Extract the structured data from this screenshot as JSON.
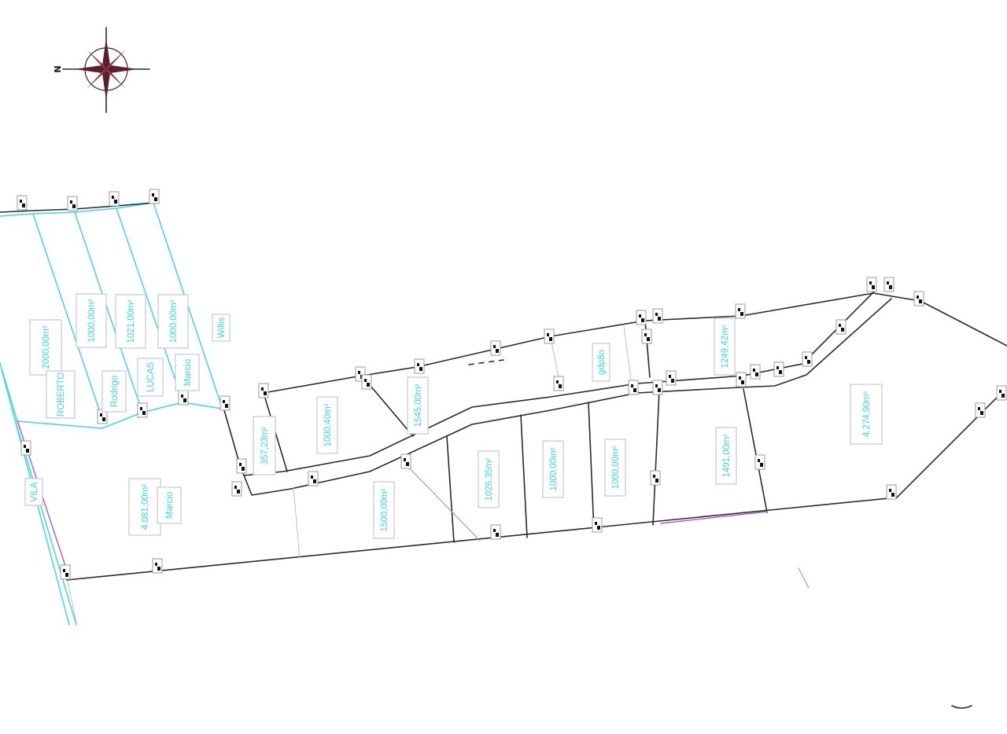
{
  "compass": {
    "north_letter": "N"
  },
  "labels": [
    {
      "id": "roberto-area",
      "text": "2000,00m²",
      "color": "#3fd6e6"
    },
    {
      "id": "roberto-name",
      "text": "ROBERTO",
      "color": "#3fd6e6"
    },
    {
      "id": "lot-1000-a",
      "text": "1000,00m²",
      "color": "#3fd6e6"
    },
    {
      "id": "rodrigo-name",
      "text": "Rodrigo",
      "color": "#3fd6e6"
    },
    {
      "id": "lot-1021",
      "text": "1021,00m²",
      "color": "#3fd6e6"
    },
    {
      "id": "lucas-name",
      "text": "LUCAS",
      "color": "#3fd6e6"
    },
    {
      "id": "lot-1000-b",
      "text": "1000,00m²",
      "color": "#3fd6e6"
    },
    {
      "id": "marcio-name-top",
      "text": "Marcio",
      "color": "#3fd6e6"
    },
    {
      "id": "willis-name",
      "text": "Willis",
      "color": "#3fd6e6"
    },
    {
      "id": "vila-label",
      "text": "VILA",
      "color": "#3fd6e6"
    },
    {
      "id": "lot-4081",
      "text": "4.081,00m²",
      "color": "#3fd6e6"
    },
    {
      "id": "marcio-name-bottom",
      "text": "Marcio",
      "color": "#3fd6e6"
    },
    {
      "id": "lot-357",
      "text": "357,23m²",
      "color": "#3fd6e6"
    },
    {
      "id": "lot-1000-40",
      "text": "1000,40m²",
      "color": "#3fd6e6"
    },
    {
      "id": "lot-1545",
      "text": "1545,00m²",
      "color": "#3fd6e6"
    },
    {
      "id": "lot-1500",
      "text": "1500,00m²",
      "color": "#3fd6e6"
    },
    {
      "id": "lot-1026",
      "text": "1026,35m²",
      "color": "#3fd6e6"
    },
    {
      "id": "lot-1000-c",
      "text": "1000,00m²",
      "color": "#3fd6e6"
    },
    {
      "id": "lot-1000-d",
      "text": "1000,00m²",
      "color": "#3fd6e6"
    },
    {
      "id": "gdp-label",
      "text": "gdp8o",
      "color": "#3fd6e6"
    },
    {
      "id": "lot-1249",
      "text": "1249,42m²",
      "color": "#3fd6e6"
    },
    {
      "id": "lot-1491",
      "text": "1491,00m²",
      "color": "#3fd6e6"
    },
    {
      "id": "lot-4274",
      "text": "4.274,90m²",
      "color": "#3fd6e6"
    }
  ],
  "colors": {
    "boundary": "#2a2a2a",
    "cyan_lines": "#3fd6e6",
    "grey_lines": "#9a9a9a",
    "purple_line": "#b455c8"
  }
}
